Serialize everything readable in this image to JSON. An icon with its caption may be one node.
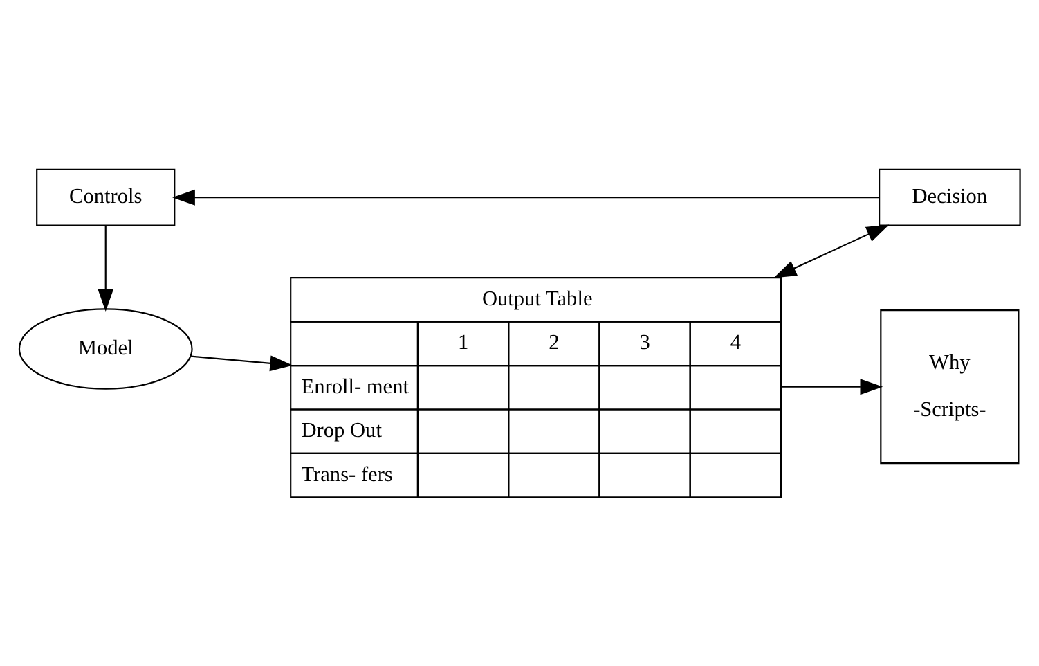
{
  "diagram": {
    "nodes": [
      {
        "text": [
          "Model"
        ]
      },
      {
        "text": [
          "Controls"
        ]
      },
      {
        "text": [
          "Output Table",
          "1",
          "2",
          "3",
          "4",
          "Enroll- ment",
          "Drop Out",
          "Trans- fers"
        ]
      },
      {
        "text": [
          "Decision"
        ]
      },
      {
        "text": [
          "Why",
          "-Scripts-"
        ]
      }
    ],
    "edges": [
      {
        "from": 1,
        "to": 0,
        "arrow": "to"
      },
      {
        "from": 0,
        "to": 2,
        "arrow": "to"
      },
      {
        "from": 3,
        "to": 1,
        "arrow": "to"
      },
      {
        "from": 2,
        "to": 3,
        "arrow": "both"
      },
      {
        "from": 2,
        "to": 4,
        "arrow": "to"
      }
    ]
  }
}
